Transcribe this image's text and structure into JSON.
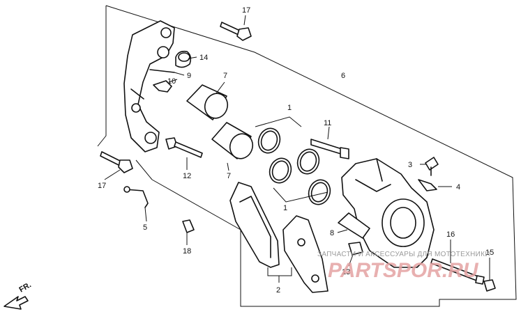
{
  "callouts": {
    "c17a": "17",
    "c14": "14",
    "c9": "9",
    "c10": "10",
    "c7a": "7",
    "c6": "6",
    "c1a": "1",
    "c11": "11",
    "c3": "3",
    "c4": "4",
    "c7b": "7",
    "c12": "12",
    "c17b": "17",
    "c5": "5",
    "c1b": "1",
    "c8": "8",
    "c18": "18",
    "c13": "13",
    "c2": "2",
    "c16": "16",
    "c15": "15"
  },
  "direction_label": "FR.",
  "watermark": {
    "top_text": "ЗАПЧАСТИ И АКСЕССУАРЫ ДЛЯ МОТОТЕХНИКИ",
    "brand": "PARTSPOR.RU",
    "brand_color": "#e4a3a3"
  }
}
